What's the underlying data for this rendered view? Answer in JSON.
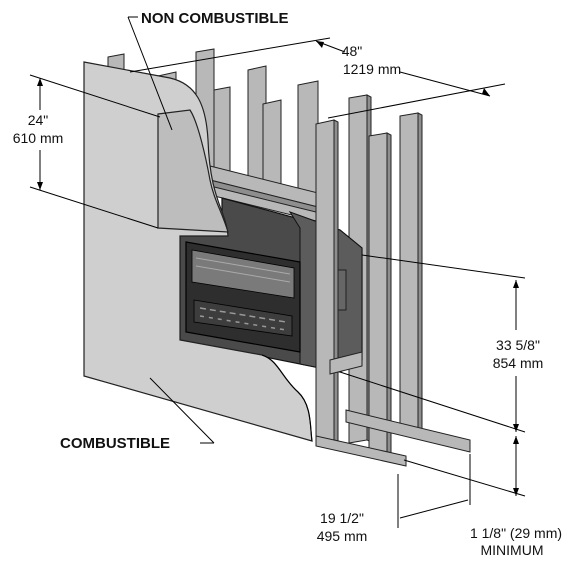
{
  "labels": {
    "non_combustible": "NON COMBUSTIBLE",
    "combustible": "COMBUSTIBLE"
  },
  "dimensions": {
    "width_in": "48\"",
    "width_mm": "1219 mm",
    "top_in": "24\"",
    "top_mm": "610 mm",
    "height_in": "33 5/8\"",
    "height_mm": "854 mm",
    "depth_in": "19 1/2\"",
    "depth_mm": "495 mm",
    "clearance_in": "1 1/8\" (29 mm)",
    "clearance_note": "MINIMUM"
  },
  "colors": {
    "wall": "#cfcfcf",
    "panel": "#bdbdbd",
    "stud": "#b8b8b8",
    "firebox": "#2e2e2e"
  }
}
